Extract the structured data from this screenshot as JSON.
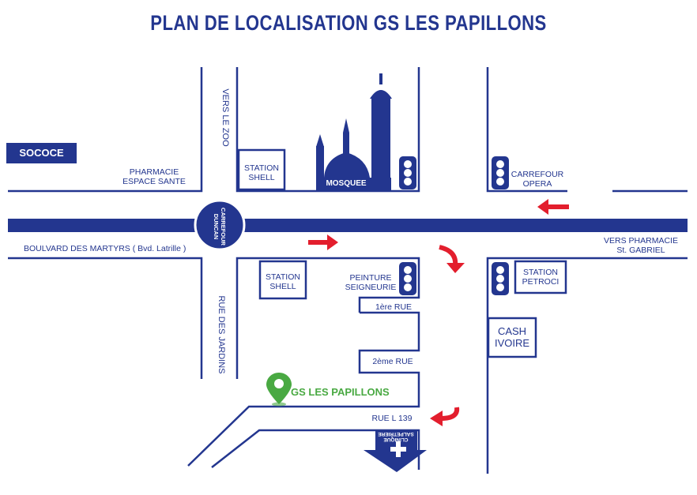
{
  "title": "PLAN DE LOCALISATION GS LES PAPILLONS",
  "colors": {
    "road": "#23368f",
    "arrow": "#e31e2d",
    "pin": "#49a942",
    "background": "#ffffff"
  },
  "labels": {
    "sococe": "SOCOCE",
    "pharmacie_line1": "PHARMACIE",
    "pharmacie_line2": "ESPACE SANTE",
    "vers_le_zoo": "VERS LE ZOO",
    "station_shell_top_line1": "STATION",
    "station_shell_top_line2": "SHELL",
    "mosquee": "MOSQUEE",
    "carrefour_opera_line1": "CARREFOUR",
    "carrefour_opera_line2": "OPERA",
    "carrefour_duncan_line1": "CARREFOUR",
    "carrefour_duncan_line2": "DUNCAN",
    "boulevard": "BOULVARD DES MARTYRS ( Bvd. Latrille )",
    "vers_pharmacie_line1": "VERS PHARMACIE",
    "vers_pharmacie_line2": "St. GABRIEL",
    "station_shell_bottom_line1": "STATION",
    "station_shell_bottom_line2": "SHELL",
    "peinture_line1": "PEINTURE",
    "peinture_line2": "SEIGNEURIE",
    "station_petroci_line1": "STATION",
    "station_petroci_line2": "PETROCI",
    "rue1": "1ère RUE",
    "rue2": "2ème RUE",
    "cash_line1": "CASH",
    "cash_line2": "IVOIRE",
    "rue_des_jardins": "RUE DES JARDINS",
    "gs_les_papillons": "GS LES PAPILLONS",
    "rue_l139": "RUE L 139",
    "clinique_line1": "CLINIQUE",
    "clinique_line2": "SALPETRIERE"
  },
  "icons": [
    "traffic-light-icon",
    "mosque-icon",
    "location-pin-icon",
    "medical-cross-icon",
    "red-arrow-icon"
  ]
}
